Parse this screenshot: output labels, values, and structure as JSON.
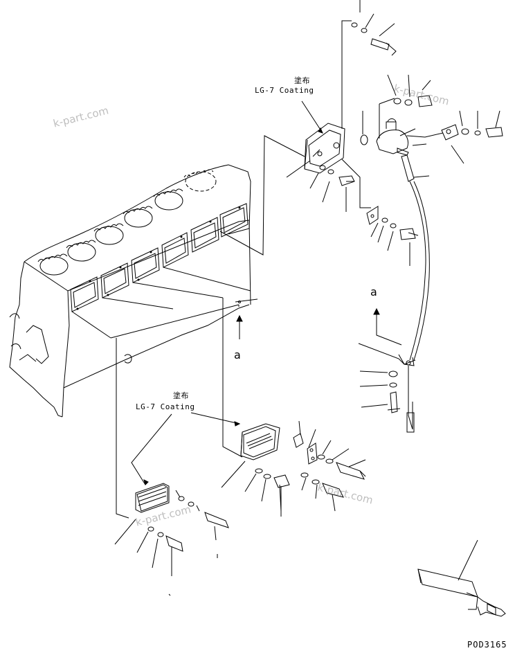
{
  "annotations": {
    "upper_coating_jp": "塗布",
    "upper_coating_en": "LG-7 Coating",
    "lower_coating_jp": "塗布",
    "lower_coating_en": "LG-7 Coating",
    "view_letter_left": "a",
    "view_letter_right": "a",
    "drawing_code": "POD3165"
  },
  "watermarks": [
    "k-part.com",
    "k-part.com",
    "k-part.com"
  ],
  "line_color": "#000000",
  "watermark_color": "#8a8a8a"
}
